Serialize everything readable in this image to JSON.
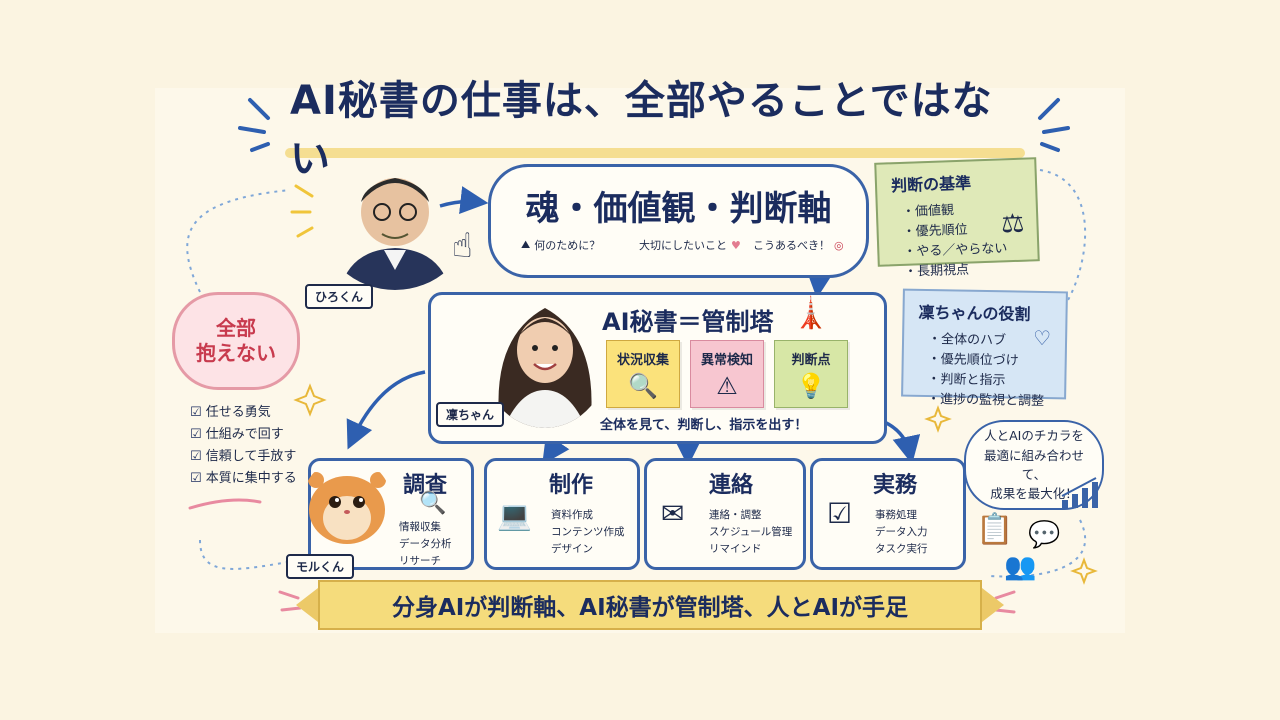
{
  "title": "AI秘書の仕事は、全部やることではない",
  "soul": {
    "title": "魂・価値観・判断軸",
    "items": [
      "何のために？",
      "大切にしたいこと",
      "こうあるべき！"
    ]
  },
  "criteria": {
    "heading": "判断の基準",
    "items": [
      "価値観",
      "優先順位",
      "やる／やらない",
      "長期視点"
    ]
  },
  "role": {
    "heading": "凜ちゃんの役割",
    "items": [
      "全体のハブ",
      "優先順位づけ",
      "判断と指示",
      "進捗の監視と調整"
    ]
  },
  "control": {
    "title": "AI秘書＝管制塔",
    "stickies": [
      "状況収集",
      "異常検知",
      "判断点"
    ],
    "caption": "全体を見て、判断し、指示を出す！"
  },
  "characters": {
    "hiro": "ひろくん",
    "rin": "凜ちゃん",
    "moru": "モルくん"
  },
  "zenbu": [
    "全部",
    "抱えない"
  ],
  "checklist": [
    "任せる勇気",
    "仕組みで回す",
    "信頼して手放す",
    "本質に集中する"
  ],
  "tasks": [
    {
      "title": "調査",
      "items": [
        "情報収集",
        "データ分析",
        "リサーチ"
      ]
    },
    {
      "title": "制作",
      "items": [
        "資料作成",
        "コンテンツ作成",
        "デザイン"
      ]
    },
    {
      "title": "連絡",
      "items": [
        "連絡・調整",
        "スケジュール管理",
        "リマインド"
      ]
    },
    {
      "title": "実務",
      "items": [
        "事務処理",
        "データ入力",
        "タスク実行"
      ]
    }
  ],
  "bubble": [
    "人とAIのチカラを",
    "最適に組み合わせて、",
    "成果を最大化！"
  ],
  "banner": "分身AIが判断軸、AI秘書が管制塔、人とAIが手足",
  "icons": {
    "mountain": "mountain-flag-icon",
    "heart": "heart-icon",
    "target": "target-icon",
    "scales": "scales-icon",
    "tower": "control-tower-icon",
    "magnifier": "magnifier-icon",
    "warning": "warning-icon",
    "bulb": "lightbulb-icon",
    "laptop": "laptop-icon",
    "mail": "mail-icon",
    "check": "checkbox-icon",
    "chart": "bar-chart-icon",
    "people": "people-icon",
    "clipboard": "clipboard-icon",
    "chat": "chat-icon"
  },
  "colors": {
    "navy": "#1b2c5e",
    "accentBlue": "#3a63a8",
    "yellow": "#f5dc7c",
    "pink": "#fde3e6",
    "red": "#c83b4e",
    "green": "#dfe9b8",
    "lightBlue": "#d6e6f5"
  }
}
